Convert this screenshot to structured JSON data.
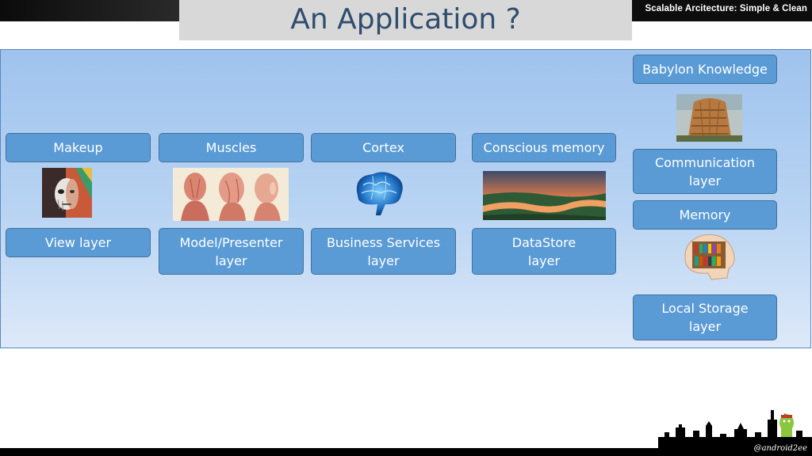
{
  "header": {
    "slide_tag": "Scalable Arcitecture: Simple & Clean",
    "title": "An Application ?"
  },
  "columns": [
    {
      "label": "Makeup",
      "layer_line1": "View layer",
      "layer_line2": "",
      "icon": "face-makeup-image"
    },
    {
      "label": "Muscles",
      "layer_line1": "Model/Presenter",
      "layer_line2": "layer",
      "icon": "muscles-anatomy-image"
    },
    {
      "label": "Cortex",
      "layer_line1": "Business Services",
      "layer_line2": "layer",
      "icon": "brain-image"
    },
    {
      "label": "Conscious memory",
      "layer_line1": "DataStore",
      "layer_line2": "layer",
      "icon": "river-landscape-image"
    }
  ],
  "right_column": {
    "knowledge_label": "Babylon Knowledge",
    "knowledge_icon": "tower-of-babel-image",
    "communication_line1": "Communication",
    "communication_line2": "layer",
    "memory_label": "Memory",
    "memory_icon": "head-bookshelf-image",
    "storage_line1": "Local Storage",
    "storage_line2": "layer"
  },
  "footer": {
    "handle": "@android2ee",
    "skyline_icon": "city-skyline-image"
  },
  "colors": {
    "box_fill": "#5b9bd5",
    "box_border": "#41719c",
    "title_color": "#2f4d6e",
    "panel_top": "#9fc3ee",
    "panel_bottom": "#dde9f9"
  }
}
